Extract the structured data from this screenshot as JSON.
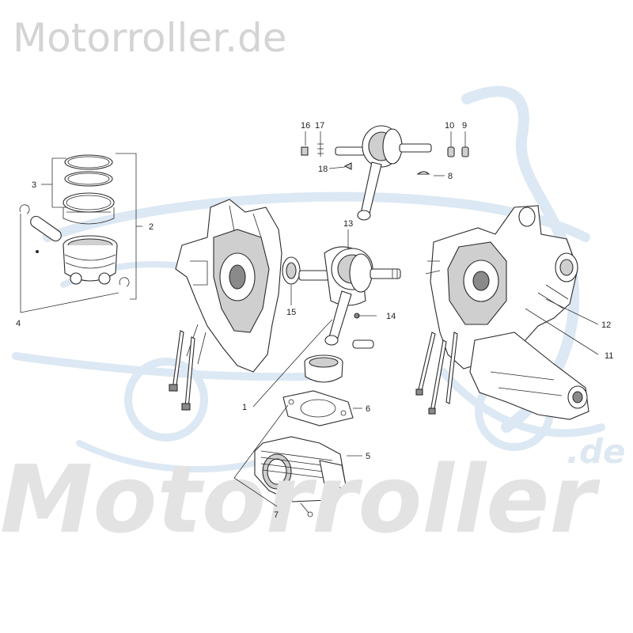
{
  "watermark": {
    "top_text": "Motorroller.de",
    "big_text": "Motorroller",
    "domain_suffix": ".de"
  },
  "callouts": [
    {
      "id": "c1",
      "label": "1"
    },
    {
      "id": "c2",
      "label": "2"
    },
    {
      "id": "c3",
      "label": "3"
    },
    {
      "id": "c4",
      "label": "4"
    },
    {
      "id": "c5",
      "label": "5"
    },
    {
      "id": "c6",
      "label": "6"
    },
    {
      "id": "c7",
      "label": "7"
    },
    {
      "id": "c8",
      "label": "8"
    },
    {
      "id": "c9",
      "label": "9"
    },
    {
      "id": "c10",
      "label": "10"
    },
    {
      "id": "c11",
      "label": "11"
    },
    {
      "id": "c12",
      "label": "12"
    },
    {
      "id": "c13",
      "label": "13"
    },
    {
      "id": "c14",
      "label": "14"
    },
    {
      "id": "c15",
      "label": "15"
    },
    {
      "id": "c16",
      "label": "16"
    },
    {
      "id": "c17",
      "label": "17"
    },
    {
      "id": "c18",
      "label": "18"
    }
  ],
  "colors": {
    "line_art": "#2b2b2b",
    "watermark_gray": "#d4d4d4",
    "watermark_blue": "#dce8f3"
  }
}
